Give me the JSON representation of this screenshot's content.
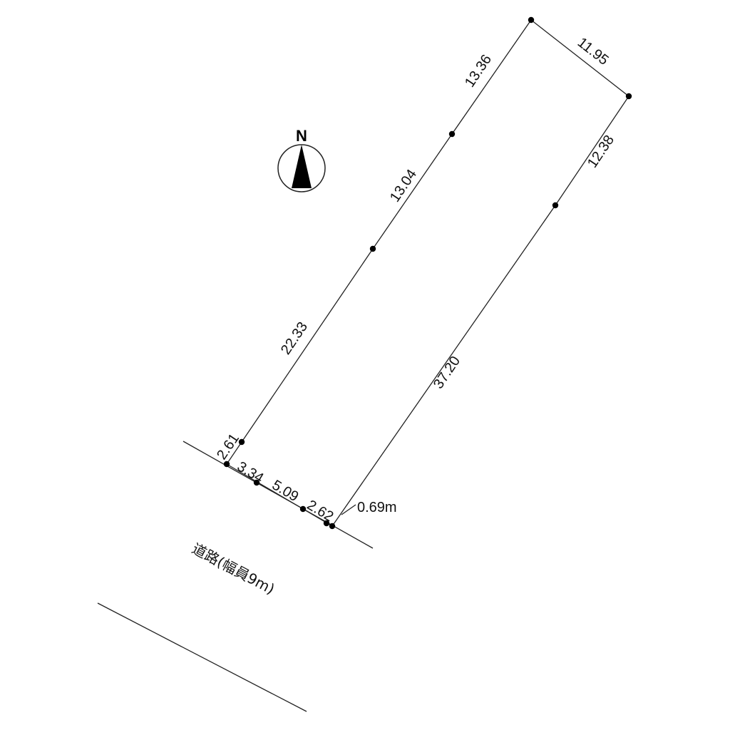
{
  "compass": {
    "letter": "N"
  },
  "dimensions": {
    "d_22_33": "22.33",
    "d_13_04": "13.04",
    "d_13_36": "13.36",
    "d_11_95": "11.95",
    "d_12_38": "12.38",
    "d_37_20": "37.20",
    "d_2_61": "2.61",
    "d_3_34": "3.34",
    "d_5_09": "5.09",
    "d_2_62": "2.62",
    "d_0_69": "0.69m"
  },
  "road": {
    "label": "道路(幅員9m)"
  }
}
